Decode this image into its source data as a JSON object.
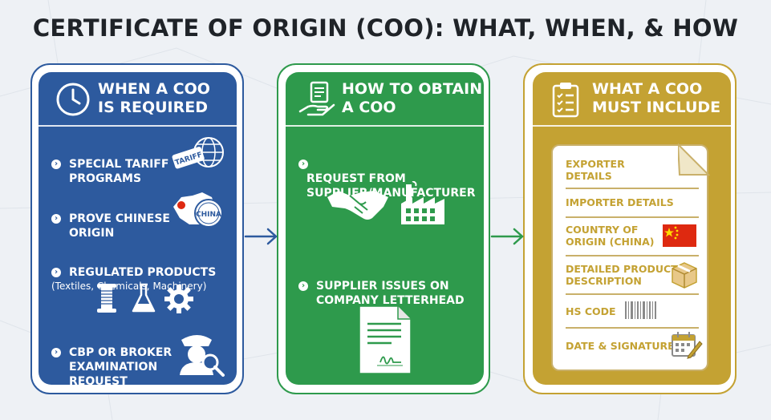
{
  "title": "CERTIFICATE OF ORIGIN (COO): WHAT, WHEN, & HOW",
  "colors": {
    "blue": "#2d5a9e",
    "green": "#2e9a4c",
    "gold": "#c4a233"
  },
  "panels": [
    {
      "heading": "WHEN A COO\nIS REQUIRED",
      "icon": "clock-icon",
      "items": [
        {
          "text": "SPECIAL TARIFF\nPROGRAMS",
          "icon": "tariff-tag-globe-icon",
          "tag": "TARIFF"
        },
        {
          "text": "PROVE CHINESE\nORIGIN",
          "icon": "china-map-stamp-icon",
          "stamp": "CHINA"
        },
        {
          "text": "REGULATED PRODUCTS",
          "sub": "(Textiles, Chemicals, Machinery)",
          "icons": [
            "thread-spool-icon",
            "flask-icon",
            "gear-icon"
          ]
        },
        {
          "text": "CBP OR BROKER\nEXAMINATION\nREQUEST",
          "icon": "officer-magnifier-icon"
        }
      ]
    },
    {
      "heading": "HOW TO OBTAIN\nA COO",
      "icon": "hand-document-icon",
      "items": [
        {
          "text": "REQUEST FROM\nSUPPLIER/MANUFACTURER",
          "icons": [
            "handshake-icon",
            "factory-icon"
          ]
        },
        {
          "text": "SUPPLIER ISSUES ON\nCOMPANY LETTERHEAD",
          "icon": "signed-letter-icon"
        }
      ]
    },
    {
      "heading": "WHAT A COO\nMUST INCLUDE",
      "icon": "clipboard-checklist-icon",
      "document_rows": [
        {
          "text": "EXPORTER\nDETAILS"
        },
        {
          "text": "IMPORTER DETAILS"
        },
        {
          "text": "COUNTRY OF\nORIGIN (CHINA)",
          "icon": "china-flag-icon"
        },
        {
          "text": "DETAILED PRODUCT\nDESCRIPTION",
          "icon": "package-icon"
        },
        {
          "text": "HS CODE",
          "icon": "barcode-icon"
        },
        {
          "text": "DATE & SIGNATURE",
          "icon": "calendar-pen-icon"
        }
      ]
    }
  ]
}
